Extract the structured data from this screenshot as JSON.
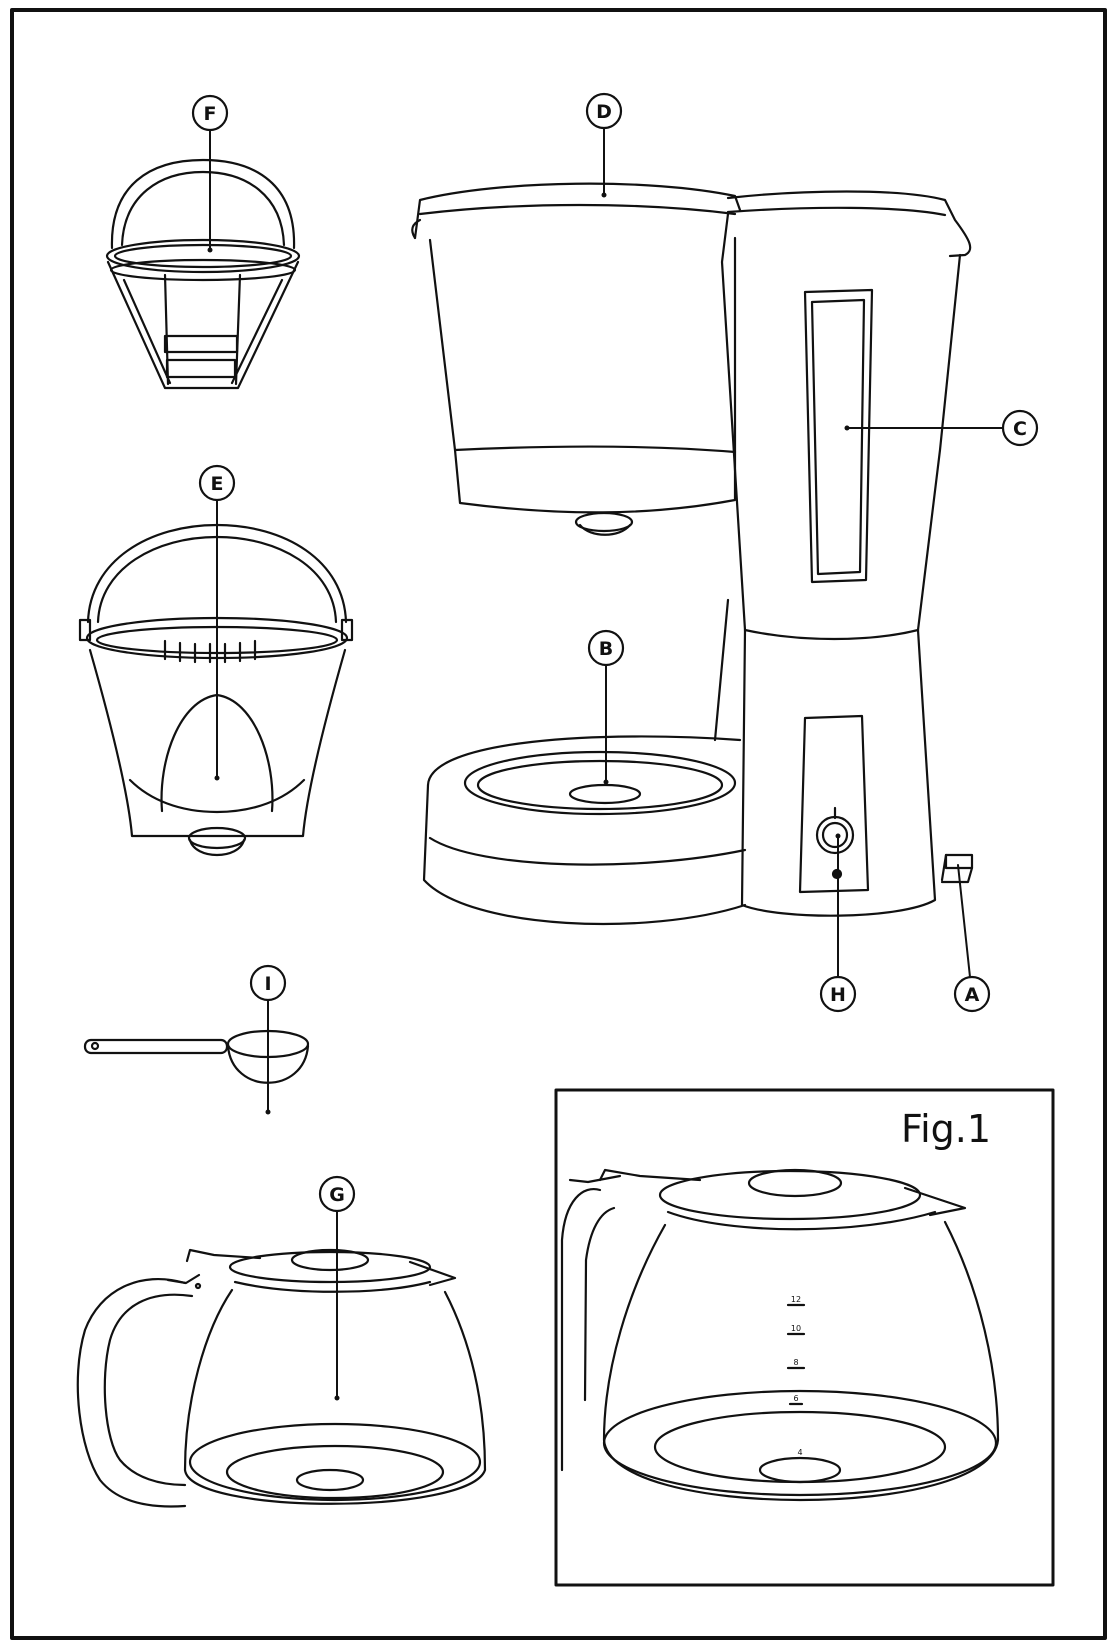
{
  "figure_label": "Fig.1",
  "callouts": {
    "A": "A",
    "B": "B",
    "C": "C",
    "D": "D",
    "E": "E",
    "F": "F",
    "G": "G",
    "H": "H",
    "I": "I"
  },
  "carafe_scale_marks": [
    "12",
    "10",
    "8",
    "6",
    "4"
  ],
  "colors": {
    "line": "#111111",
    "background": "#ffffff"
  }
}
